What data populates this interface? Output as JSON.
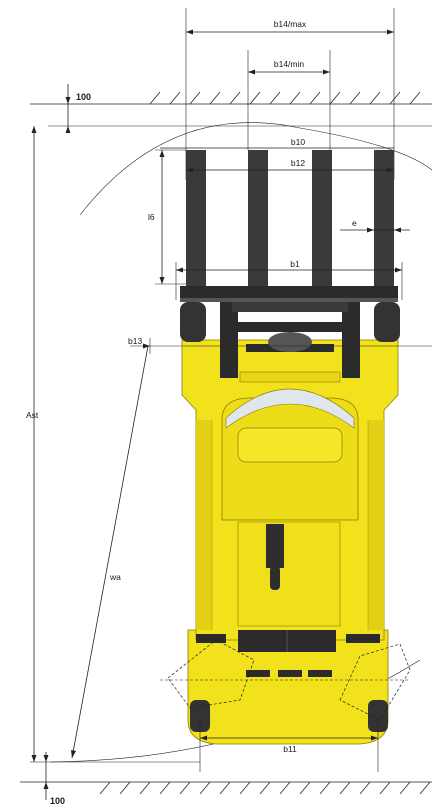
{
  "labels": {
    "b14_max": "b14/max",
    "b14_min": "b14/min",
    "gap_top": "100",
    "gap_bottom": "100",
    "b10": "b10",
    "b12": "b12",
    "l6": "l6",
    "e": "e",
    "b1": "b1",
    "b13": "b13",
    "ast": "Ast",
    "wa": "wa",
    "b11": "b11"
  },
  "colors": {
    "body_yellow": "#f2e21b",
    "body_shade": "#d8c512",
    "fork_dark": "#3a3a3a",
    "mast_dark": "#2b2b2b",
    "glass": "#dfe6ee",
    "line": "#222222"
  }
}
